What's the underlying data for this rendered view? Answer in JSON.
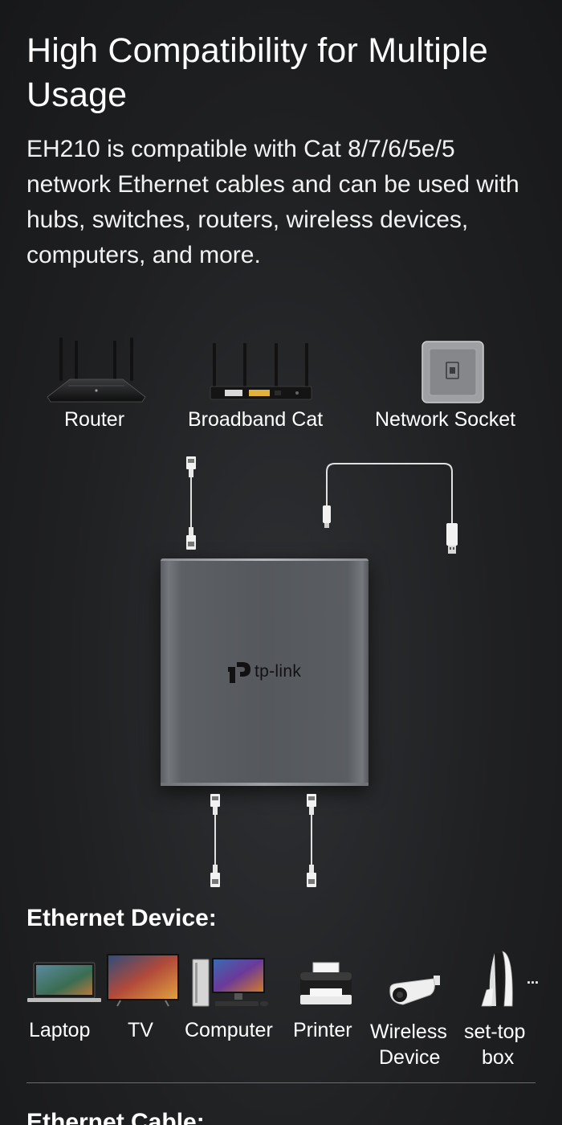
{
  "heading": "High Compatibility for Multiple Usage",
  "description": "EH210 is compatible with Cat 8/7/6/5e/5 network Ethernet cables and can be used with hubs, switches, routers, wireless devices, computers, and more.",
  "sources": [
    {
      "label": "Router",
      "icon": "router-icon"
    },
    {
      "label": "Broadband Cat",
      "icon": "broadband-cat-icon"
    },
    {
      "label": "Network Socket",
      "icon": "network-socket-icon"
    }
  ],
  "device": {
    "brand": "tp-link",
    "icon": "tp-link-logo-icon"
  },
  "ethernet_devices": {
    "title": "Ethernet Device:",
    "items": [
      {
        "label": "Laptop",
        "icon": "laptop-icon"
      },
      {
        "label": "TV",
        "icon": "tv-icon"
      },
      {
        "label": "Computer",
        "icon": "computer-icon"
      },
      {
        "label": "Printer",
        "icon": "printer-icon"
      },
      {
        "label_line1": "Wireless",
        "label_line2": "Device",
        "icon": "wireless-camera-icon"
      },
      {
        "label_line1": "set-top",
        "label_line2": "box",
        "icon": "set-top-box-icon"
      }
    ],
    "more": "..."
  },
  "ethernet_cables": {
    "title": "Ethernet Cable:"
  },
  "colors": {
    "background": "#1f2022",
    "text": "#ffffff",
    "device_body": "#5a5d62"
  }
}
